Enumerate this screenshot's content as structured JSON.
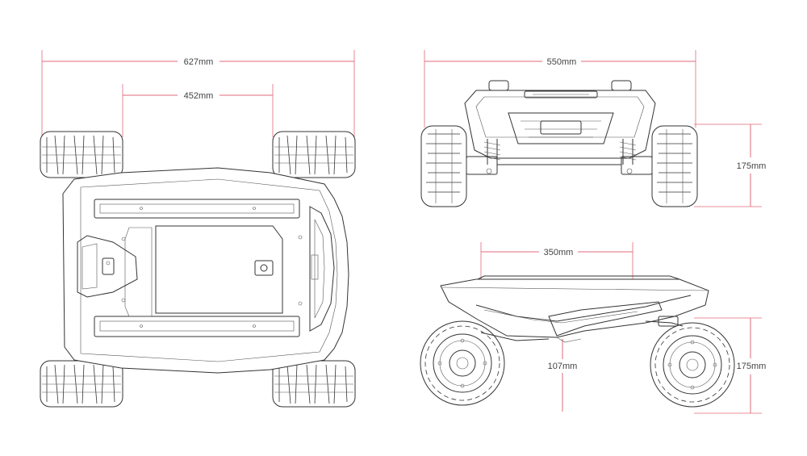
{
  "dimensions": {
    "top_outer_width": "627mm",
    "top_inner_track": "452mm",
    "front_width": "550mm",
    "front_height": "175mm",
    "side_wheelbase": "350mm",
    "side_ground_clearance": "107mm",
    "side_height": "175mm"
  },
  "colors": {
    "dimension_line": "#e06a7a",
    "drawing_line": "#333333",
    "background": "#ffffff"
  }
}
